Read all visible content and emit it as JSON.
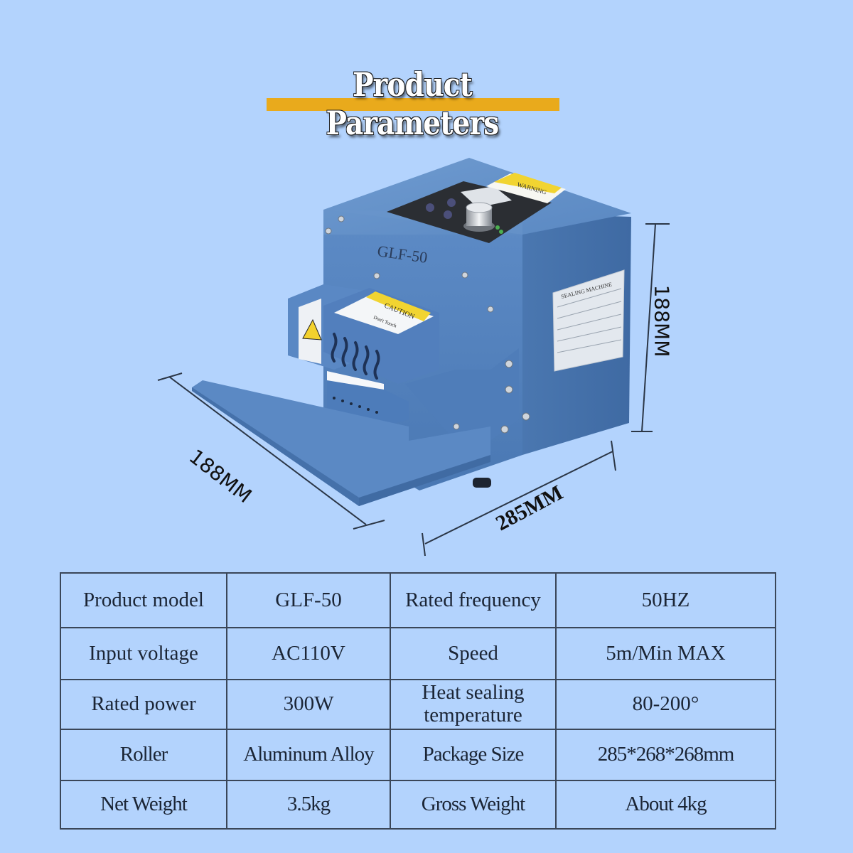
{
  "header": {
    "title": "Product Parameters",
    "accent_color": "#e9aa1c",
    "background_color": "#b3d3fd"
  },
  "product_image": {
    "model_label": "GLF-50",
    "warning_label": "WARNING",
    "caution_label": "CAUTION",
    "caution_sub": "Don't Touch",
    "nameplate_title": "SEALING MACHINE",
    "body_color": "#4f7fb9",
    "dimensions": {
      "depth": "188MM",
      "width": "285MM",
      "height": "188MM"
    }
  },
  "specs": {
    "rows": [
      [
        {
          "label": "Product model",
          "value": "GLF-50"
        },
        {
          "label": "Rated frequency",
          "value": "50HZ"
        }
      ],
      [
        {
          "label": "Input voltage",
          "value": "AC110V"
        },
        {
          "label": "Speed",
          "value": "5m/Min MAX"
        }
      ],
      [
        {
          "label": "Rated power",
          "value": "300W"
        },
        {
          "label": "Heat sealing temperature",
          "value": "80-200°"
        }
      ],
      [
        {
          "label": "Roller",
          "value": "Aluminum Alloy"
        },
        {
          "label": "Package Size",
          "value": "285*268*268mm"
        }
      ],
      [
        {
          "label": "Net Weight",
          "value": "3.5kg"
        },
        {
          "label": "Gross Weight",
          "value": "About 4kg"
        }
      ]
    ]
  }
}
